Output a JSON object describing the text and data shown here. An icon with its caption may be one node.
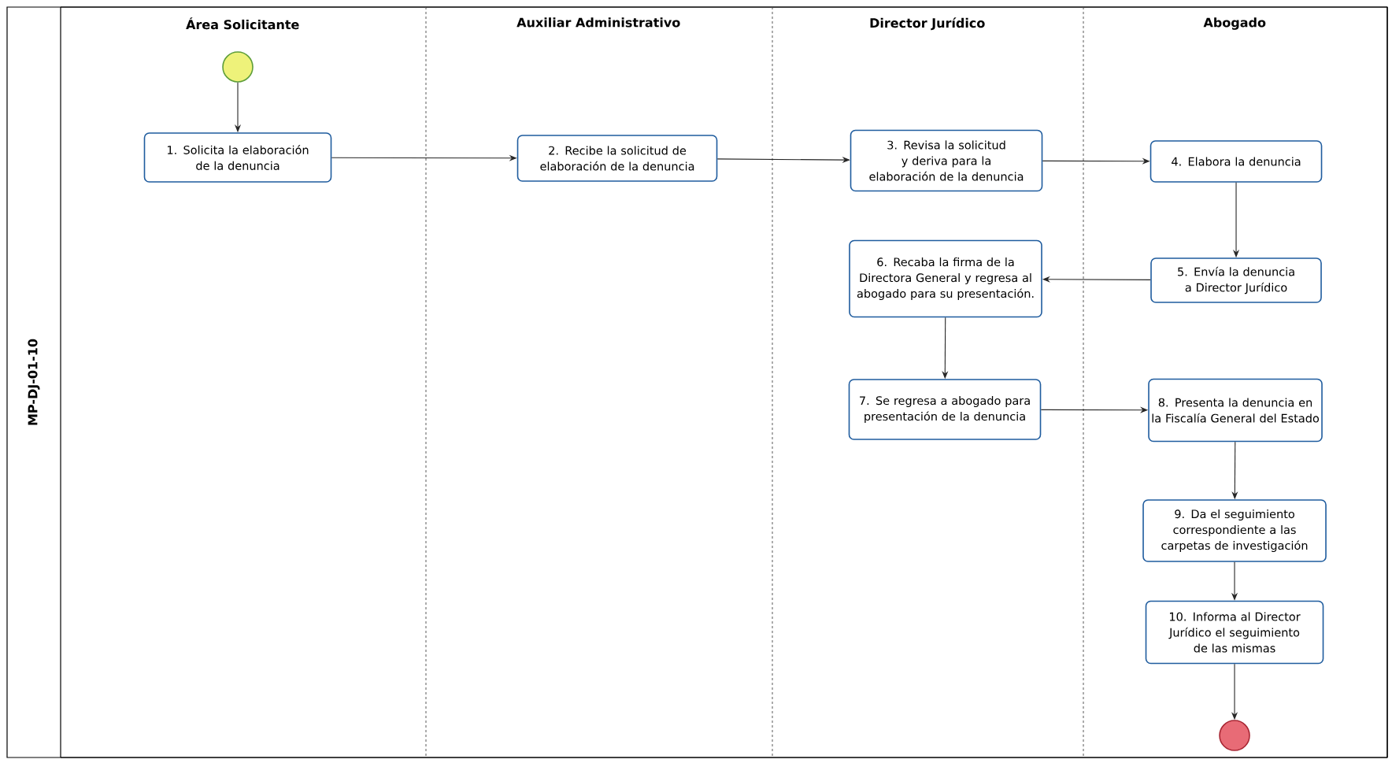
{
  "diagram": {
    "nodes": [
      {
        "text": [
          "MP-DJ-01-10"
        ]
      },
      {
        "text": [
          "Área Solicitante"
        ],
        "in": 0
      },
      {
        "text": [
          "Auxiliar Administrativo"
        ],
        "in": 0
      },
      {
        "text": [
          "Director Jurídico"
        ],
        "in": 0
      },
      {
        "text": [
          "Abogado"
        ],
        "in": 0
      },
      {
        "text": [],
        "shape": "circle",
        "in": 1
      },
      {
        "text": [
          "1. Solicita la elaboración de la denuncia"
        ],
        "in": 1
      },
      {
        "text": [
          "2. Recibe la solicitud de elaboración de la denuncia"
        ],
        "in": 2
      },
      {
        "text": [
          "3. Revisa la solicitud y deriva para la elaboración de la denuncia"
        ],
        "in": 3
      },
      {
        "text": [
          "4. Elabora la denuncia"
        ],
        "in": 4
      },
      {
        "text": [
          "5. Envía la denuncia a Director Jurídico"
        ],
        "in": 4
      },
      {
        "text": [
          "6. Recaba la firma de la Directora General y regresa al abogado para su presentación."
        ],
        "in": 3
      },
      {
        "text": [
          "7. Se regresa a abogado para presentación de la denuncia"
        ],
        "in": 3
      },
      {
        "text": [
          "8. Presenta la denuncia en la Fiscalía General del Estado"
        ],
        "in": 4
      },
      {
        "text": [
          "9. Da el seguimiento correspondiente a las carpetas de investigación"
        ],
        "in": 4
      },
      {
        "text": [
          "10. Informa al Director Jurídico el seguimiento de las mismas"
        ],
        "in": 4
      },
      {
        "text": [],
        "shape": "circle",
        "in": 4
      }
    ],
    "edges": [
      {
        "from": 5,
        "to": 6,
        "arrow": "to"
      },
      {
        "from": 6,
        "to": 7,
        "arrow": "to"
      },
      {
        "from": 7,
        "to": 8,
        "arrow": "to"
      },
      {
        "from": 8,
        "to": 9,
        "arrow": "to"
      },
      {
        "from": 9,
        "to": 10,
        "arrow": "to"
      },
      {
        "from": 10,
        "to": 11,
        "arrow": "to"
      },
      {
        "from": 11,
        "to": 12,
        "arrow": "to"
      },
      {
        "from": 12,
        "to": 13,
        "arrow": "to"
      },
      {
        "from": 13,
        "to": 14,
        "arrow": "to"
      },
      {
        "from": 14,
        "to": 15,
        "arrow": "to"
      },
      {
        "from": 15,
        "to": 16,
        "arrow": "to"
      }
    ]
  }
}
